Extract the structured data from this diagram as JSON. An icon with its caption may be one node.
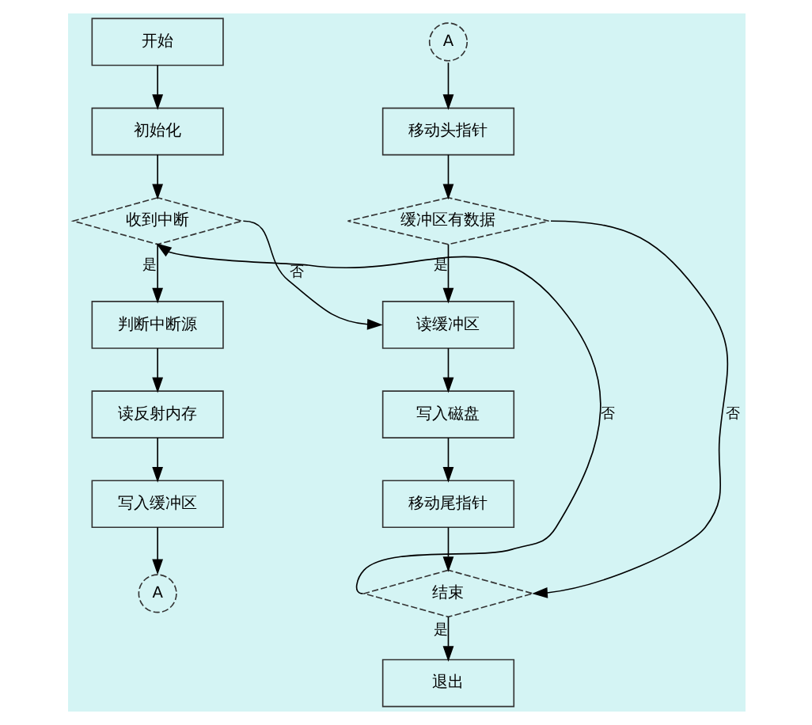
{
  "diagram": {
    "nodes": [
      {
        "text": [
          "开始"
        ]
      },
      {
        "text": [
          "初始化"
        ]
      },
      {
        "text": [
          "收到中断"
        ]
      },
      {
        "text": [
          "判断中断源"
        ]
      },
      {
        "text": [
          "读反射内存"
        ]
      },
      {
        "text": [
          "写入缓冲区"
        ]
      },
      {
        "text": [
          "A"
        ]
      },
      {
        "text": [
          "A"
        ]
      },
      {
        "text": [
          "移动头指针"
        ]
      },
      {
        "text": [
          "缓冲区有数据"
        ]
      },
      {
        "text": [
          "读缓冲区"
        ]
      },
      {
        "text": [
          "写入磁盘"
        ]
      },
      {
        "text": [
          "移动尾指针"
        ]
      },
      {
        "text": [
          "结束"
        ]
      },
      {
        "text": [
          "退出"
        ]
      }
    ],
    "edges": [
      {
        "from": 0,
        "to": 1,
        "arrow": "to"
      },
      {
        "from": 1,
        "to": 2,
        "arrow": "to"
      },
      {
        "from": 2,
        "to": 3,
        "arrow": "to",
        "label": "是"
      },
      {
        "from": 3,
        "to": 4,
        "arrow": "to"
      },
      {
        "from": 4,
        "to": 5,
        "arrow": "to"
      },
      {
        "from": 5,
        "to": 6,
        "arrow": "to"
      },
      {
        "from": 7,
        "to": 8,
        "arrow": "to"
      },
      {
        "from": 8,
        "to": 9,
        "arrow": "to"
      },
      {
        "from": 9,
        "to": 10,
        "arrow": "to",
        "label": "是"
      },
      {
        "from": 9,
        "to": 13,
        "arrow": "to",
        "label": "否"
      },
      {
        "from": 10,
        "to": 11,
        "arrow": "to"
      },
      {
        "from": 11,
        "to": 12,
        "arrow": "to"
      },
      {
        "from": 12,
        "to": 13,
        "arrow": "to"
      },
      {
        "from": 13,
        "to": 2,
        "arrow": "to",
        "label": "否"
      },
      {
        "from": 13,
        "to": 14,
        "arrow": "to",
        "label": "是"
      },
      {
        "from": 2,
        "to": 10,
        "arrow": "to",
        "label": "否"
      }
    ]
  }
}
